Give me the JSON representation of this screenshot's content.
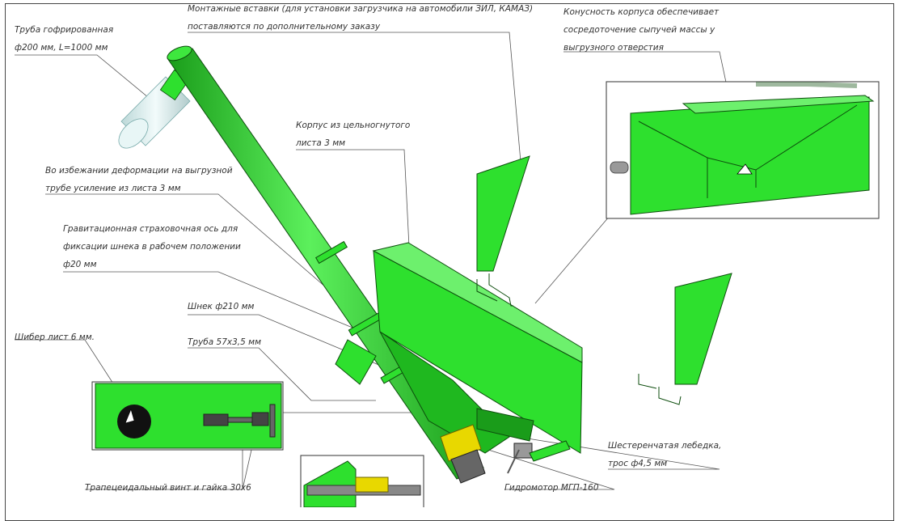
{
  "labels": {
    "pipe": [
      "Труба гофрированная",
      "ф200 мм, L=1000 мм"
    ],
    "inserts": [
      "Монтажные вставки (для установки загрузчика на автомобили ЗИЛ, КАМАЗ)",
      "поставляются по дополнительному заказу"
    ],
    "cone": [
      "Конусность корпуса обеспечивает",
      "сосредоточение сыпучей массы у",
      "выгрузного отверстия"
    ],
    "body": [
      "Корпус из цельногнутого",
      "листа 3 мм"
    ],
    "reinforce": [
      "Во избежании деформации на выгрузной",
      "трубе усиление из листа 3 мм"
    ],
    "axis": [
      "Гравитационная страховочная ось для",
      "фиксации шнека в рабочем положении",
      "ф20 мм"
    ],
    "auger": [
      "Шнек ф210 мм"
    ],
    "gate": [
      "Шибер лист 6 мм."
    ],
    "tube": [
      "Труба 57х3,5 мм"
    ],
    "winch": [
      "Шестеренчатая лебедка,",
      "трос ф4,5 мм"
    ],
    "screw": [
      "Трапецеидальный винт и гайка 30х6"
    ],
    "motor": [
      "Гидромотор МГП-160"
    ]
  },
  "colors": {
    "metal": "#2ee02e",
    "metal_dark": "#1a9c1a",
    "metal_light": "#6df06d",
    "outline": "#0d4d0d",
    "pipe": "#d8ecec",
    "coupling": "#e8d800",
    "leader": "#555555"
  }
}
